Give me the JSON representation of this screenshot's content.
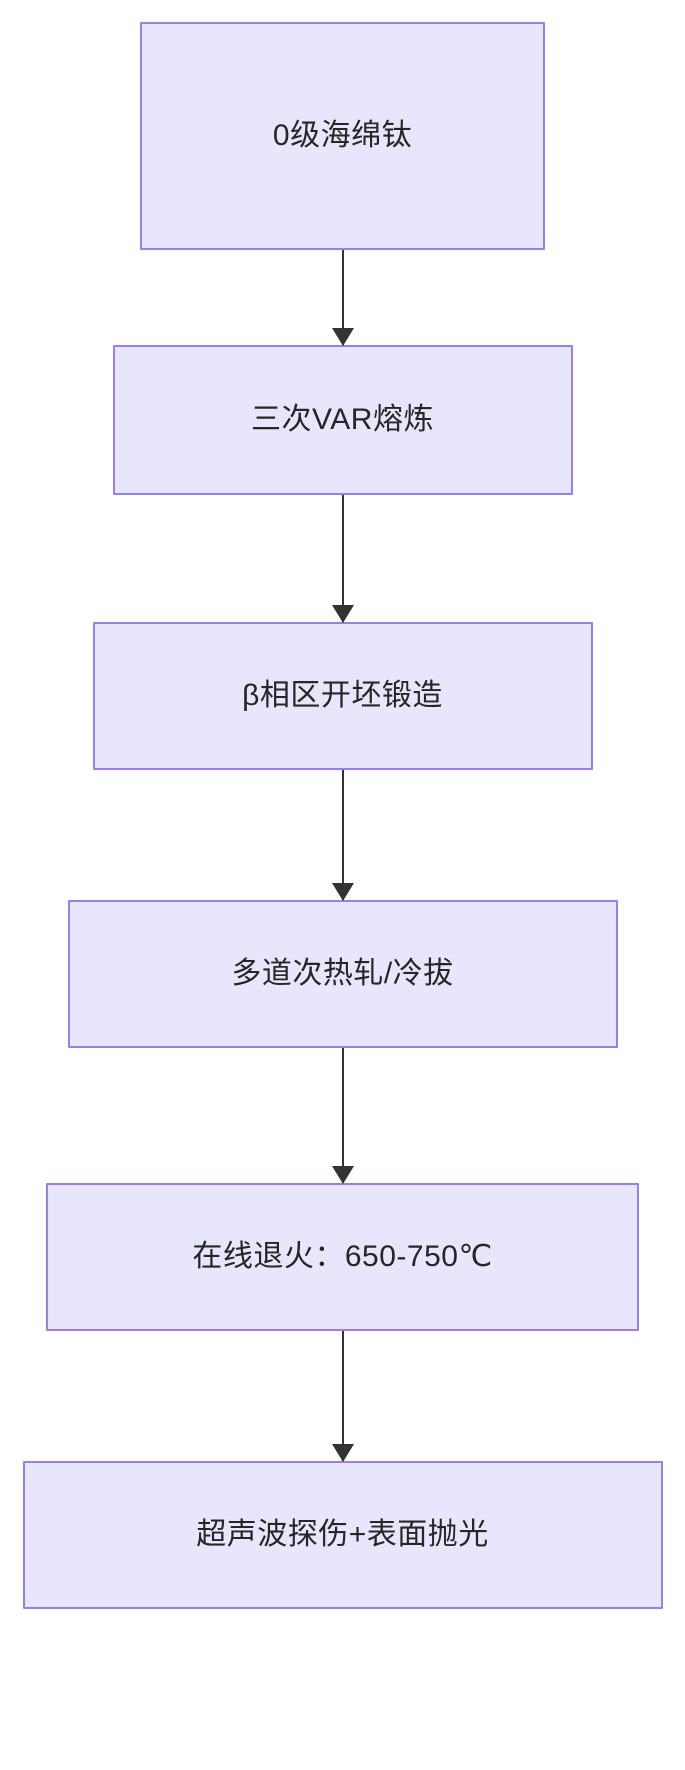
{
  "diagram": {
    "type": "flowchart",
    "orientation": "top-to-bottom",
    "title": "",
    "colors": {
      "node_fill": "#e8e6fc",
      "node_border": "#9b7ee8",
      "node_text": "#262626",
      "connector": "#333333",
      "background": "#ffffff"
    },
    "nodes": [
      {
        "id": "n0",
        "label": "0级海绵钛"
      },
      {
        "id": "n1",
        "label": "三次VAR熔炼"
      },
      {
        "id": "n2",
        "label": "β相区开坯锻造"
      },
      {
        "id": "n3",
        "label": "多道次热轧/冷拔"
      },
      {
        "id": "n4",
        "label": "在线退火：650-750℃"
      },
      {
        "id": "n5",
        "label": "超声波探伤+表面抛光"
      }
    ],
    "edges": [
      {
        "from": "n0",
        "to": "n1",
        "label": "",
        "arrow": "down-arrow-icon"
      },
      {
        "from": "n1",
        "to": "n2",
        "label": "",
        "arrow": "down-arrow-icon"
      },
      {
        "from": "n2",
        "to": "n3",
        "label": "",
        "arrow": "down-arrow-icon"
      },
      {
        "from": "n3",
        "to": "n4",
        "label": "",
        "arrow": "down-arrow-icon"
      },
      {
        "from": "n4",
        "to": "n5",
        "label": "",
        "arrow": "down-arrow-icon"
      }
    ]
  }
}
